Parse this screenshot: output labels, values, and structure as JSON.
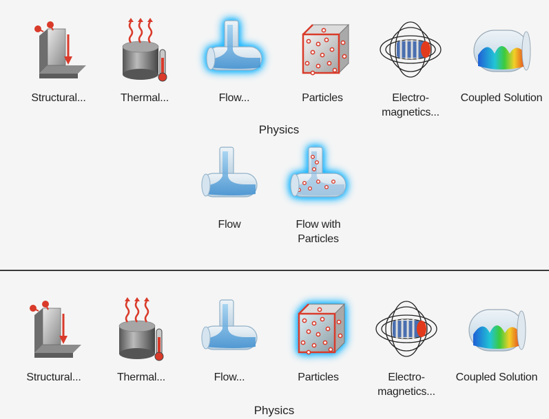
{
  "top": {
    "group_title": "Physics",
    "buttons": [
      {
        "label": "Structural...",
        "icon": "structural-icon"
      },
      {
        "label": "Thermal...",
        "icon": "thermal-icon"
      },
      {
        "label": "Flow...",
        "icon": "flow-icon"
      },
      {
        "label": "Particles",
        "icon": "particles-icon"
      },
      {
        "label": "Electro-\nmagnetics...",
        "icon": "electromagnetics-icon"
      },
      {
        "label": "Coupled Solution",
        "icon": "coupled-solution-icon"
      }
    ],
    "flow_submenu": [
      {
        "label": "Flow",
        "icon": "flow-icon"
      },
      {
        "label": "Flow with\nParticles",
        "icon": "flow-with-particles-icon"
      }
    ]
  },
  "bottom": {
    "group_title": "Physics",
    "buttons": [
      {
        "label": "Structural...",
        "icon": "structural-icon"
      },
      {
        "label": "Thermal...",
        "icon": "thermal-icon"
      },
      {
        "label": "Flow...",
        "icon": "flow-icon"
      },
      {
        "label": "Particles",
        "icon": "particles-icon"
      },
      {
        "label": "Electro-\nmagnetics...",
        "icon": "electromagnetics-icon"
      },
      {
        "label": "Coupled Solution",
        "icon": "coupled-solution-icon"
      }
    ]
  },
  "colors": {
    "highlight_glow": "#19b6ff",
    "divider": "#3a3a3a",
    "background": "#f5f5f5"
  }
}
